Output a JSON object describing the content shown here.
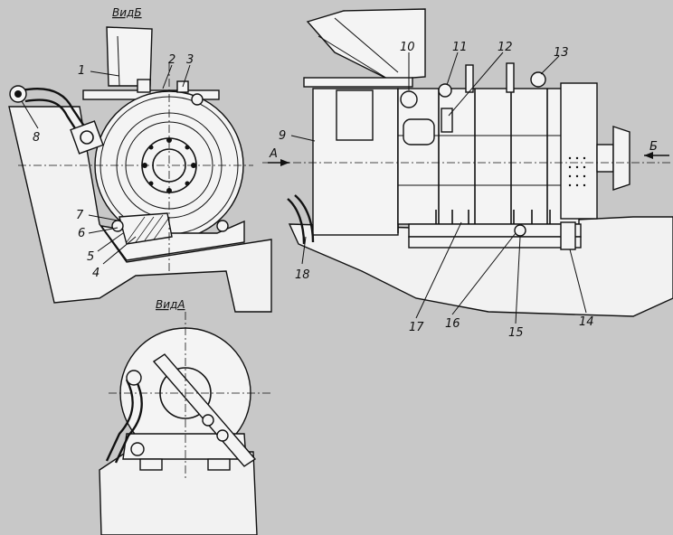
{
  "views": {
    "view_b": "ВидБ",
    "view_a": "ВидА"
  },
  "arrows": {
    "a": "А",
    "b": "Б"
  },
  "callouts": [
    "1",
    "2",
    "3",
    "4",
    "5",
    "6",
    "7",
    "8",
    "9",
    "10",
    "11",
    "12",
    "13",
    "14",
    "15",
    "16",
    "17",
    "18"
  ]
}
